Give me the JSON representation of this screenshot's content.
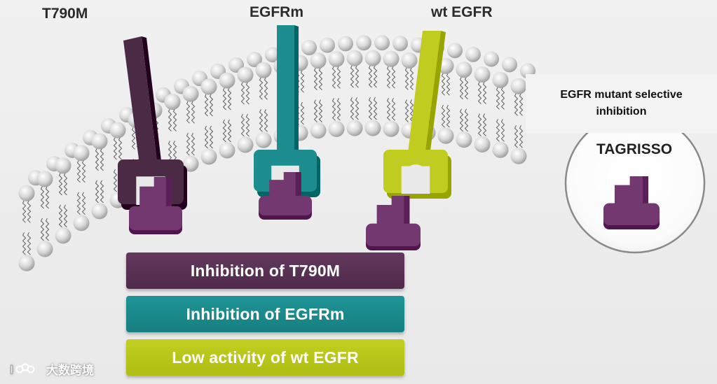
{
  "receptors": [
    {
      "label": "T790M",
      "color": "#4a2a45",
      "drug_fits": true
    },
    {
      "label": "EGFRm",
      "color": "#1d8d8f",
      "drug_fits": true
    },
    {
      "label": "wt EGFR",
      "color": "#c0cc1f",
      "drug_fits": false
    }
  ],
  "drug": {
    "name": "TAGRISSO",
    "color": "#73386f"
  },
  "callout": "EGFR mutant selective inhibition",
  "bars": [
    {
      "label": "Inhibition of T790M",
      "color": "#5a3255"
    },
    {
      "label": "Inhibition of EGFRm",
      "color": "#1b8a8c"
    },
    {
      "label": "Low activity of wt EGFR",
      "color": "#b8c61a"
    }
  ],
  "watermark": "大数跨境"
}
